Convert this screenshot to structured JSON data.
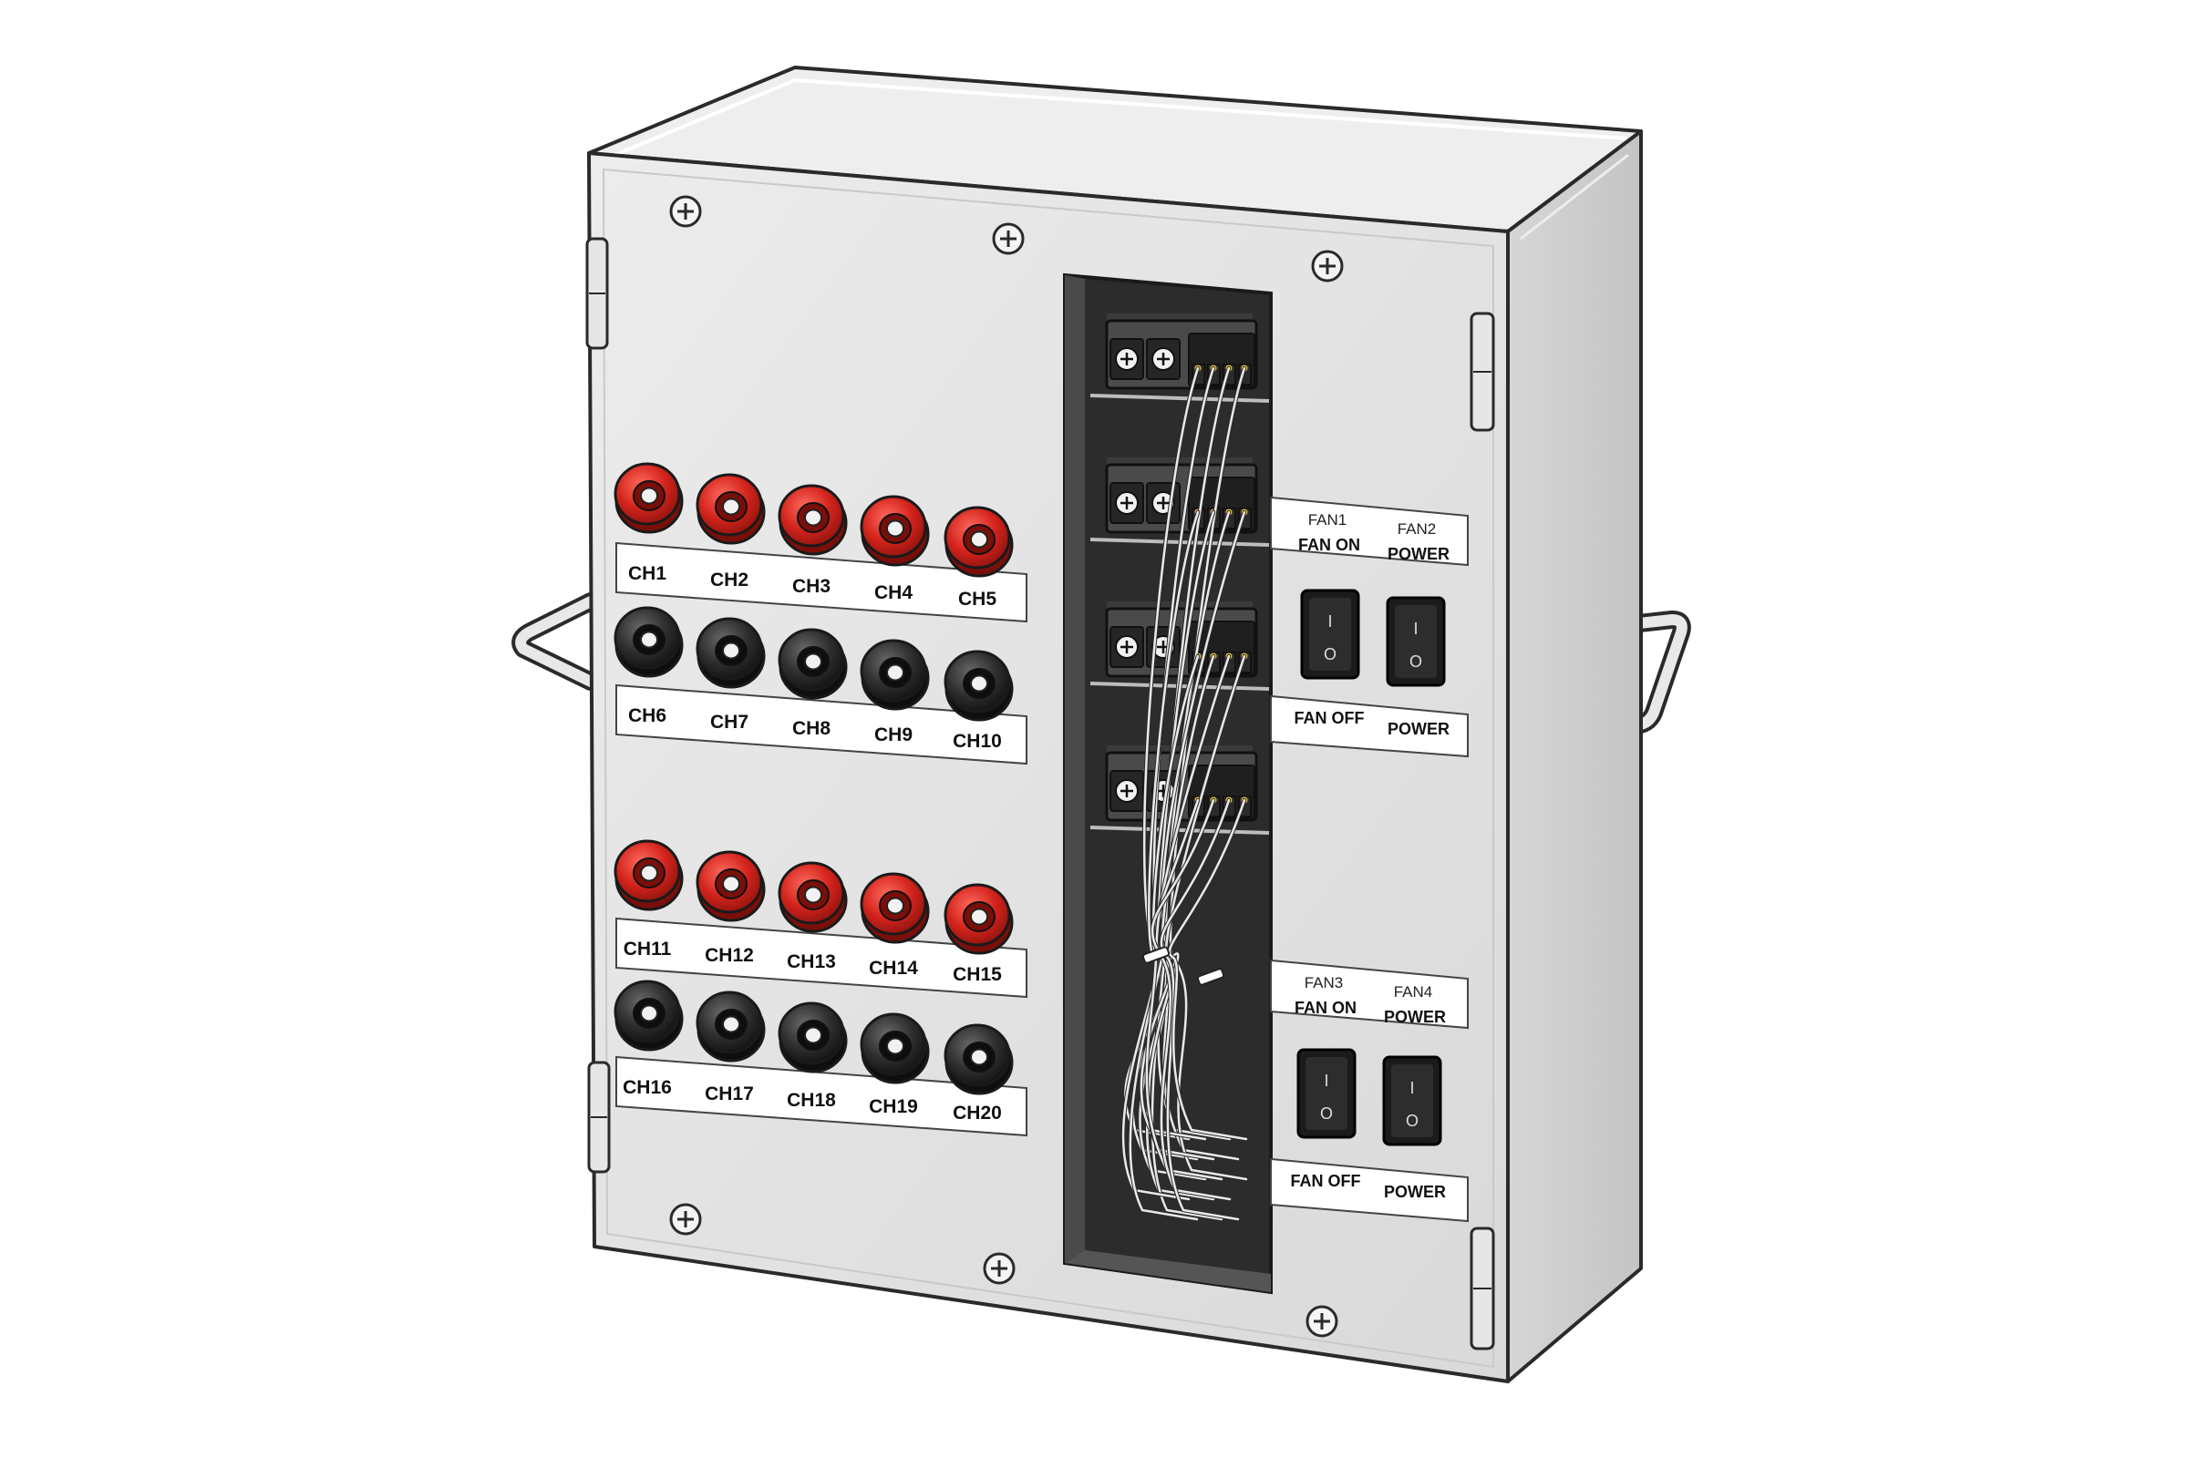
{
  "panel": {
    "channels_top": [
      {
        "label": "CH1",
        "color": "red"
      },
      {
        "label": "CH2",
        "color": "red"
      },
      {
        "label": "CH3",
        "color": "red"
      },
      {
        "label": "CH4",
        "color": "red"
      },
      {
        "label": "CH5",
        "color": "red"
      },
      {
        "label": "CH6",
        "color": "black"
      },
      {
        "label": "CH7",
        "color": "black"
      },
      {
        "label": "CH8",
        "color": "black"
      },
      {
        "label": "CH9",
        "color": "black"
      },
      {
        "label": "CH10",
        "color": "black"
      }
    ],
    "channels_bottom": [
      {
        "label": "CH11",
        "color": "red"
      },
      {
        "label": "CH12",
        "color": "red"
      },
      {
        "label": "CH13",
        "color": "red"
      },
      {
        "label": "CH14",
        "color": "red"
      },
      {
        "label": "CH15",
        "color": "red"
      },
      {
        "label": "CH16",
        "color": "black"
      },
      {
        "label": "CH17",
        "color": "black"
      },
      {
        "label": "CH18",
        "color": "black"
      },
      {
        "label": "CH19",
        "color": "black"
      },
      {
        "label": "CH20",
        "color": "black"
      }
    ],
    "switch_group_1": {
      "fan_a": "FAN1",
      "fan_b": "FAN2",
      "top_a": "FAN ON",
      "top_b": "POWER",
      "bottom_a": "FAN OFF",
      "bottom_b": "POWER"
    },
    "switch_group_2": {
      "fan_a": "FAN3",
      "fan_b": "FAN4",
      "top_a": "FAN ON",
      "top_b": "POWER",
      "bottom_a": "FAN OFF",
      "bottom_b": "POWER"
    },
    "switch_glyphs": {
      "on": "I",
      "off": "O"
    }
  },
  "colors": {
    "enclosure": "#e2e2e2",
    "enclosure_side": "#d2d2d2",
    "enclosure_top": "#ececec",
    "outline": "#2a2a2a",
    "jack_red": "#d3241c",
    "jack_black": "#2f2f2f",
    "cavity": "#2c2c2c",
    "label_bg": "#ffffff"
  }
}
